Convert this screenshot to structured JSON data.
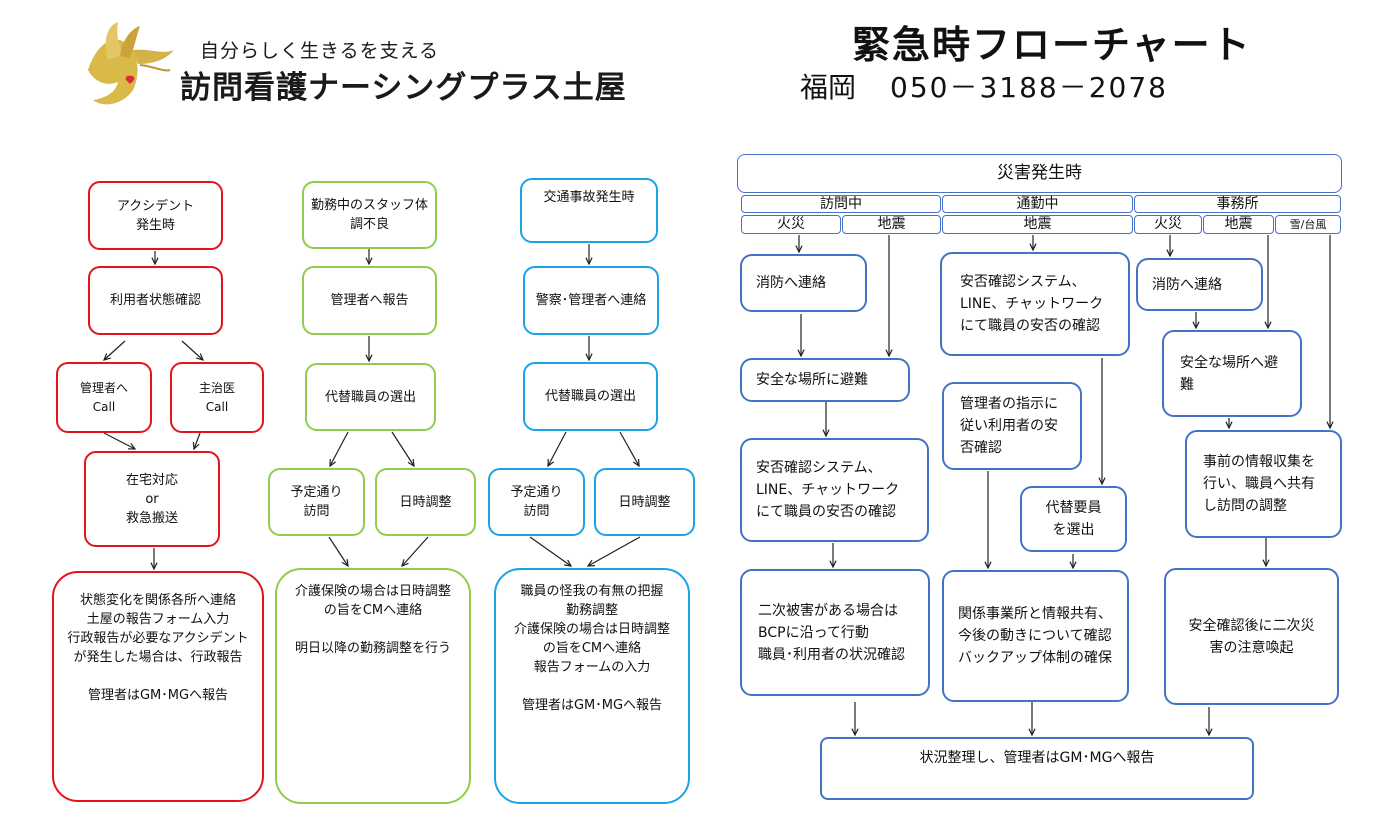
{
  "header": {
    "tagline": "自分らしく生きるを支える",
    "company": "訪問看護ナーシングプラス土屋",
    "title": "緊急時フローチャート",
    "contact_city": "福岡",
    "contact_phone": "050－3188－2078"
  },
  "colors": {
    "red": "#e3131b",
    "green": "#8fcd4e",
    "cyan": "#1aa3e8",
    "blue": "#4473c5",
    "gold": "#c9a227"
  },
  "accident": {
    "start": "アクシデント\n発生時",
    "check": "利用者状態確認",
    "manager_call": "管理者へ\nCall",
    "doctor_call": "主治医\nCall",
    "response": "在宅対応\nor\n救急搬送",
    "final": "状態変化を関係各所へ連絡\n土屋の報告フォーム入力\n行政報告が必要なアクシデントが発生した場合は、行政報告\n\n管理者はGM･MGへ報告"
  },
  "staff": {
    "start": "勤務中のスタッフ体調不良",
    "report": "管理者へ報告",
    "substitute": "代替職員の選出",
    "as_planned": "予定通り\n訪問",
    "reschedule": "日時調整",
    "final": "介護保険の場合は日時調整の旨をCMへ連絡\n\n明日以降の勤務調整を行う"
  },
  "traffic": {
    "start": "交通事故発生時",
    "police": "警察･管理者へ連絡",
    "substitute": "代替職員の選出",
    "as_planned": "予定通り\n訪問",
    "reschedule": "日時調整",
    "final": "職員の怪我の有無の把握\n勤務調整\n介護保険の場合は日時調整の旨をCMへ連絡\n報告フォームの入力\n\n管理者はGM･MGへ報告"
  },
  "disaster": {
    "title": "災害発生時",
    "visiting": "訪問中",
    "commuting": "通勤中",
    "office": "事務所",
    "fire": "火災",
    "earthquake": "地震",
    "earthquake2": "地震",
    "fire2": "火災",
    "earthquake3": "地震",
    "snow_typhoon": "雪/台風",
    "v_fire_action": "消防へ連絡",
    "v_evacuate": "安全な場所に避難",
    "v_safety": "安否確認システム、LINE、チャットワークにて職員の安否の確認",
    "v_secondary": "二次被害がある場合はBCPに沿って行動\n職員･利用者の状況確認",
    "c_safety": "安否確認システム、LINE、チャットワークにて職員の安否の確認",
    "c_manager": "管理者の指示に従い利用者の安否確認",
    "c_substitute": "代替要員を選出",
    "c_share": "関係事業所と情報共有、今後の動きについて確認\nバックアップ体制の確保",
    "o_fire_action": "消防へ連絡",
    "o_evacuate": "安全な場所へ避難",
    "o_info": "事前の情報収集を行い、職員へ共有し訪問の調整",
    "o_after": "安全確認後に二次災害の注意喚起",
    "final": "状況整理し、管理者はGM･MGへ報告"
  }
}
